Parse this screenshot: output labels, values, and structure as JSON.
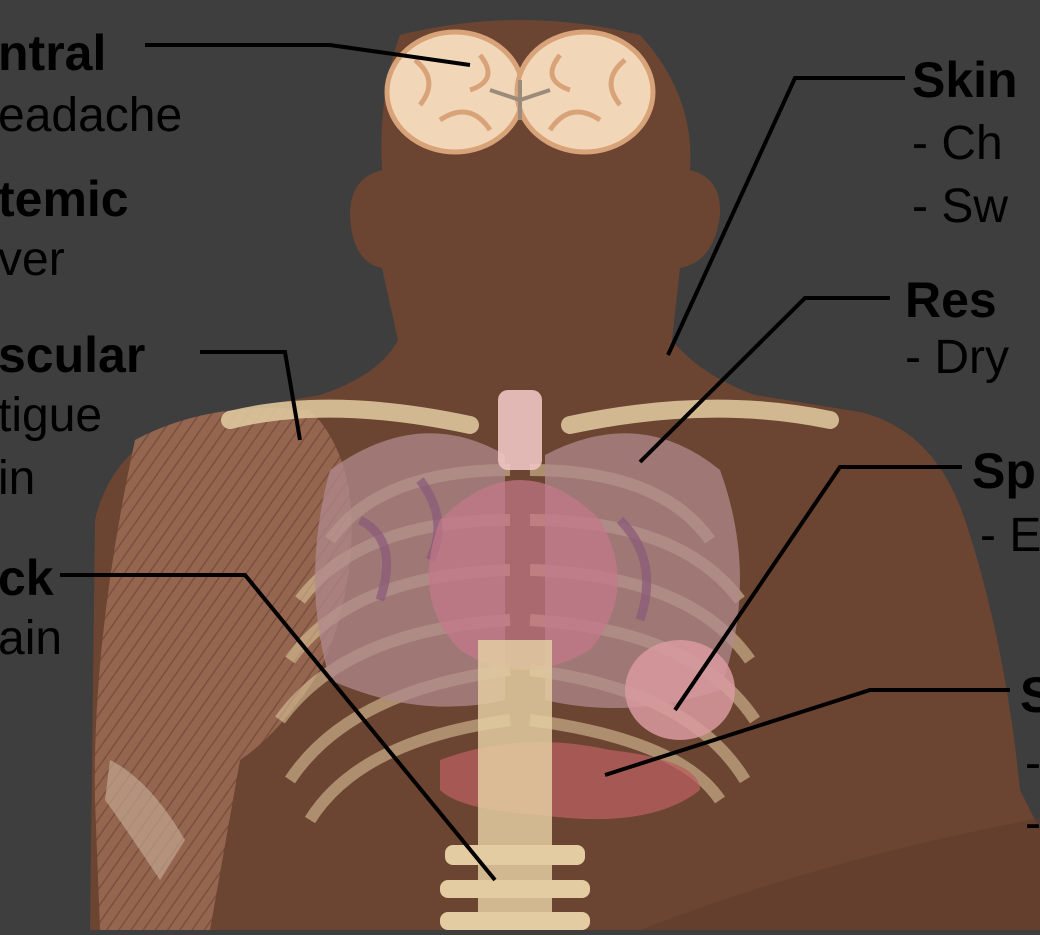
{
  "colors": {
    "background": "#3e3e3e",
    "skin": "#6b4531",
    "muscle": "#9a6a52",
    "lung": "#b08a8e",
    "heart": "#c5788a",
    "bone": "#e3cca2",
    "brain": "#f2d6b8",
    "leader_line": "#000000"
  },
  "labels": {
    "central": {
      "heading": "ntral",
      "items": [
        "eadache"
      ]
    },
    "systemic": {
      "heading": "temic",
      "items": [
        "ver"
      ]
    },
    "muscular": {
      "heading": "scular",
      "items": [
        "tigue",
        "in"
      ]
    },
    "back": {
      "heading": "ck",
      "items": [
        "ain"
      ]
    },
    "skin": {
      "heading": "Skin",
      "items": [
        "- Ch",
        "- Sw"
      ]
    },
    "respiratory": {
      "heading": "Res",
      "items": [
        "- Dry"
      ]
    },
    "spleen": {
      "heading": "Sp",
      "items": [
        "- E"
      ]
    },
    "stomach": {
      "heading": "S",
      "items": [
        "-",
        "-"
      ]
    }
  }
}
